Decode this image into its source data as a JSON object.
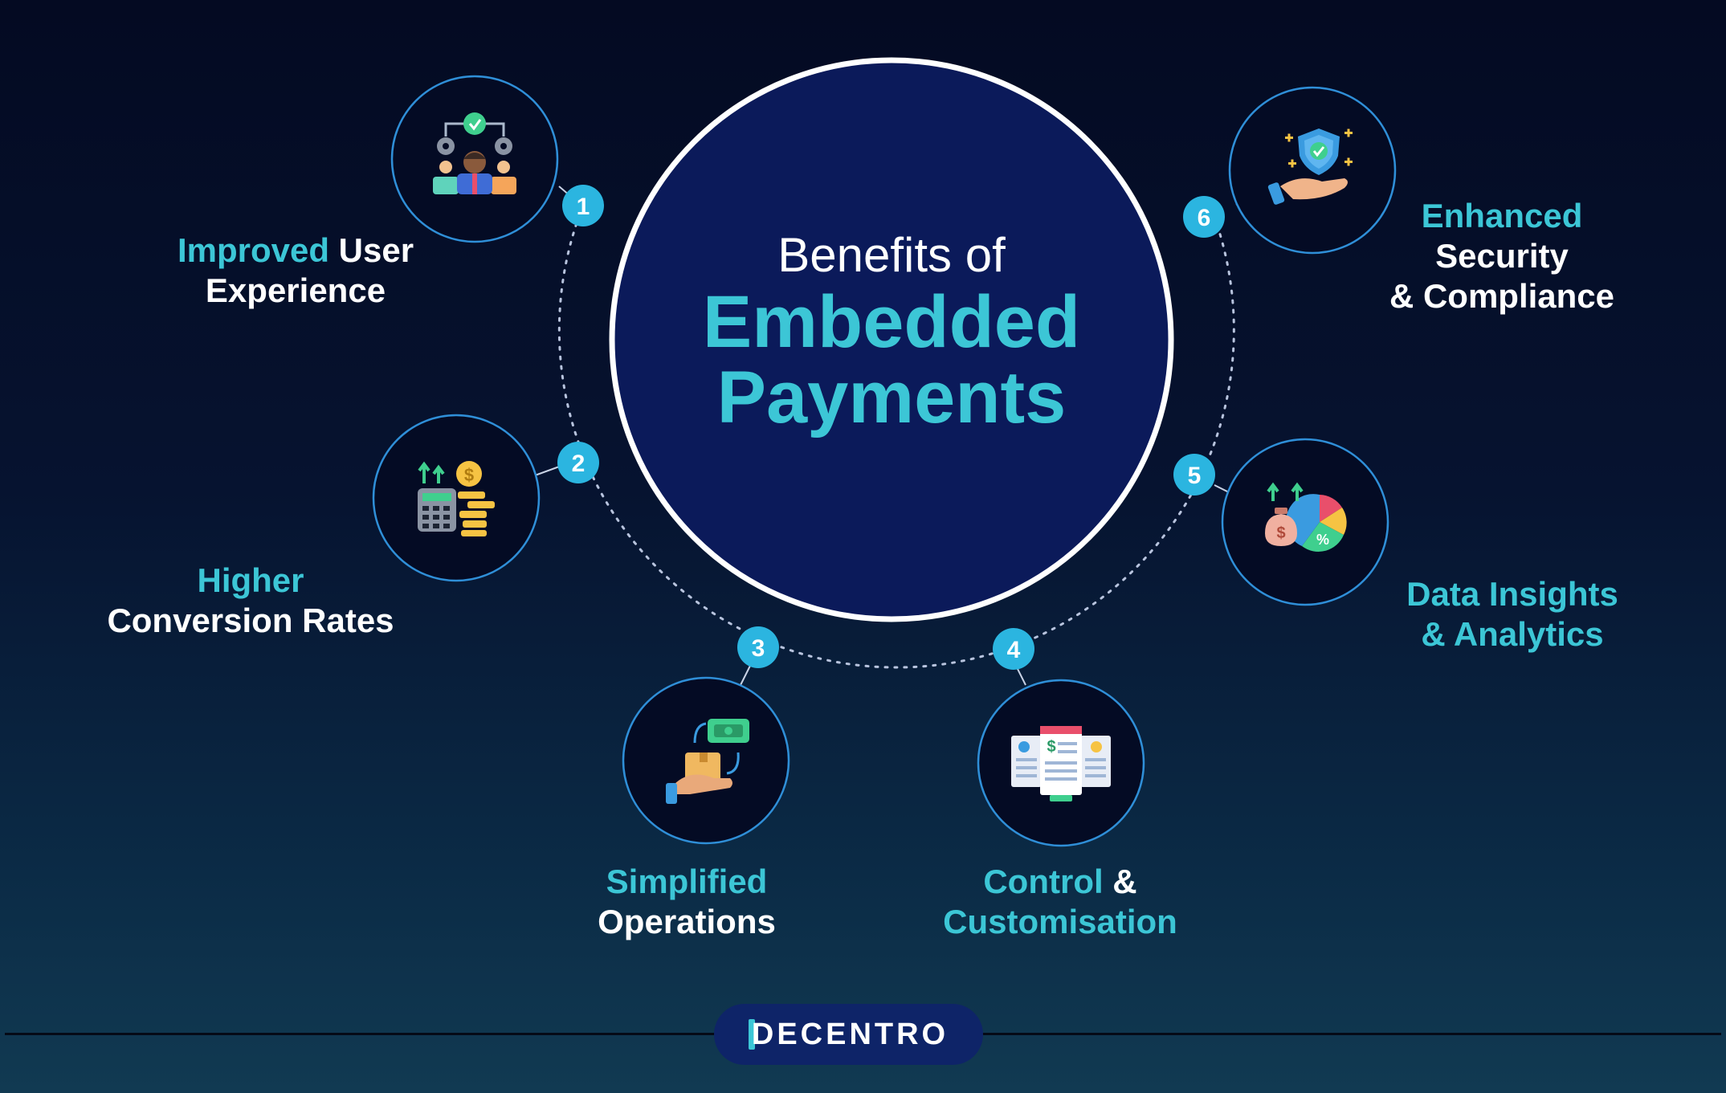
{
  "title": {
    "pre": "Benefits of",
    "line1": "Embedded",
    "line2": "Payments"
  },
  "benefits": [
    {
      "number": "1",
      "accent": "Improved",
      "rest1": " User",
      "line2": "Experience",
      "icon": "team-gears-icon"
    },
    {
      "number": "2",
      "line1": "Higher",
      "line2": "Conversion Rates",
      "icon": "calculator-coins-icon"
    },
    {
      "number": "3",
      "line1": "Simplified",
      "line2": "Operations",
      "icon": "hand-package-cash-icon"
    },
    {
      "number": "4",
      "accent": "Control",
      "rest1": " &",
      "line2": "Customisation",
      "icon": "dashboard-panels-icon"
    },
    {
      "number": "5",
      "line1": "Data Insights",
      "line2": "& Analytics",
      "icon": "money-bag-pie-chart-icon"
    },
    {
      "number": "6",
      "line1": "Enhanced",
      "line2": "Security",
      "line3": "& Compliance",
      "icon": "shield-hand-icon"
    }
  ],
  "brand": {
    "name": "DECENTRO"
  },
  "colors": {
    "accent": "#3cc6d6",
    "badge": "#2bb5e0",
    "center_fill": "#0b1a5a",
    "ring": "#2f8fd8"
  }
}
